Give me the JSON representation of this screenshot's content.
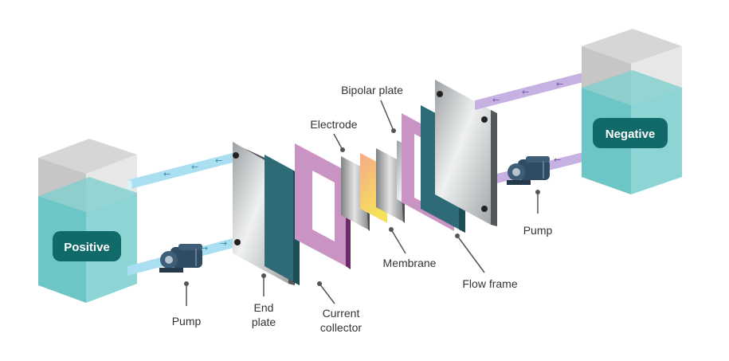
{
  "diagram": {
    "tanks": {
      "positive": {
        "label": "Positive"
      },
      "negative": {
        "label": "Negative"
      }
    },
    "labels": {
      "pump_left": "Pump",
      "pump_right": "Pump",
      "end_plate_line1": "End",
      "end_plate_line2": "plate",
      "current_collector_line1": "Current",
      "current_collector_line2": "collector",
      "electrode": "Electrode",
      "bipolar_plate": "Bipolar plate",
      "membrane": "Membrane",
      "flow_frame": "Flow frame"
    },
    "colors": {
      "electrolyte": "#76cdcc",
      "tank_grey": "#d9d9d9",
      "tank_badge": "#12696a",
      "positive_pipe": "#a9dff0",
      "negative_pipe": "#c6b1e2",
      "pump": "#304c62",
      "end_plate": "#c7c9ca",
      "current_collector": "#2f6b76",
      "flow_frame": "#c994c3",
      "membrane": "#f2b07a",
      "electrode": "#9d9d9d",
      "leader_line": "#555555"
    }
  }
}
